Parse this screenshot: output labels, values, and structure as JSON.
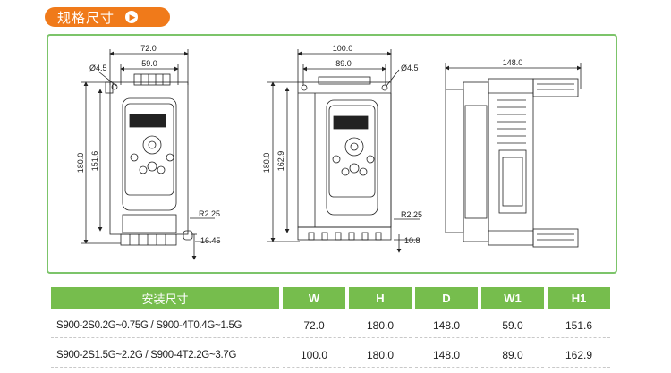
{
  "section_title": "规格尺寸",
  "arrow_icon": "play-arrow-icon",
  "drawings": {
    "front_small": {
      "width": "72.0",
      "inner_width": "59.0",
      "hole": "Ø4.5",
      "height": "180.0",
      "inner_height": "151.6",
      "radius": "R2.25",
      "offset": "16.45"
    },
    "front_large": {
      "width": "100.0",
      "inner_width": "89.0",
      "hole": "Ø4.5",
      "height": "180.0",
      "inner_height": "162.9",
      "radius": "R2.25",
      "offset": "10.8"
    },
    "side": {
      "depth": "148.0"
    }
  },
  "table": {
    "headers": [
      "安装尺寸",
      "W",
      "H",
      "D",
      "W1",
      "H1"
    ],
    "rows": [
      [
        "S900-2S0.2G~0.75G / S900-4T0.4G~1.5G",
        "72.0",
        "180.0",
        "148.0",
        "59.0",
        "151.6"
      ],
      [
        "S900-2S1.5G~2.2G / S900-4T2.2G~3.7G",
        "100.0",
        "180.0",
        "148.0",
        "89.0",
        "162.9"
      ]
    ]
  },
  "colors": {
    "accent_orange": "#f07a1a",
    "header_green": "#76bd4d",
    "frame_green": "#7cc46a"
  }
}
